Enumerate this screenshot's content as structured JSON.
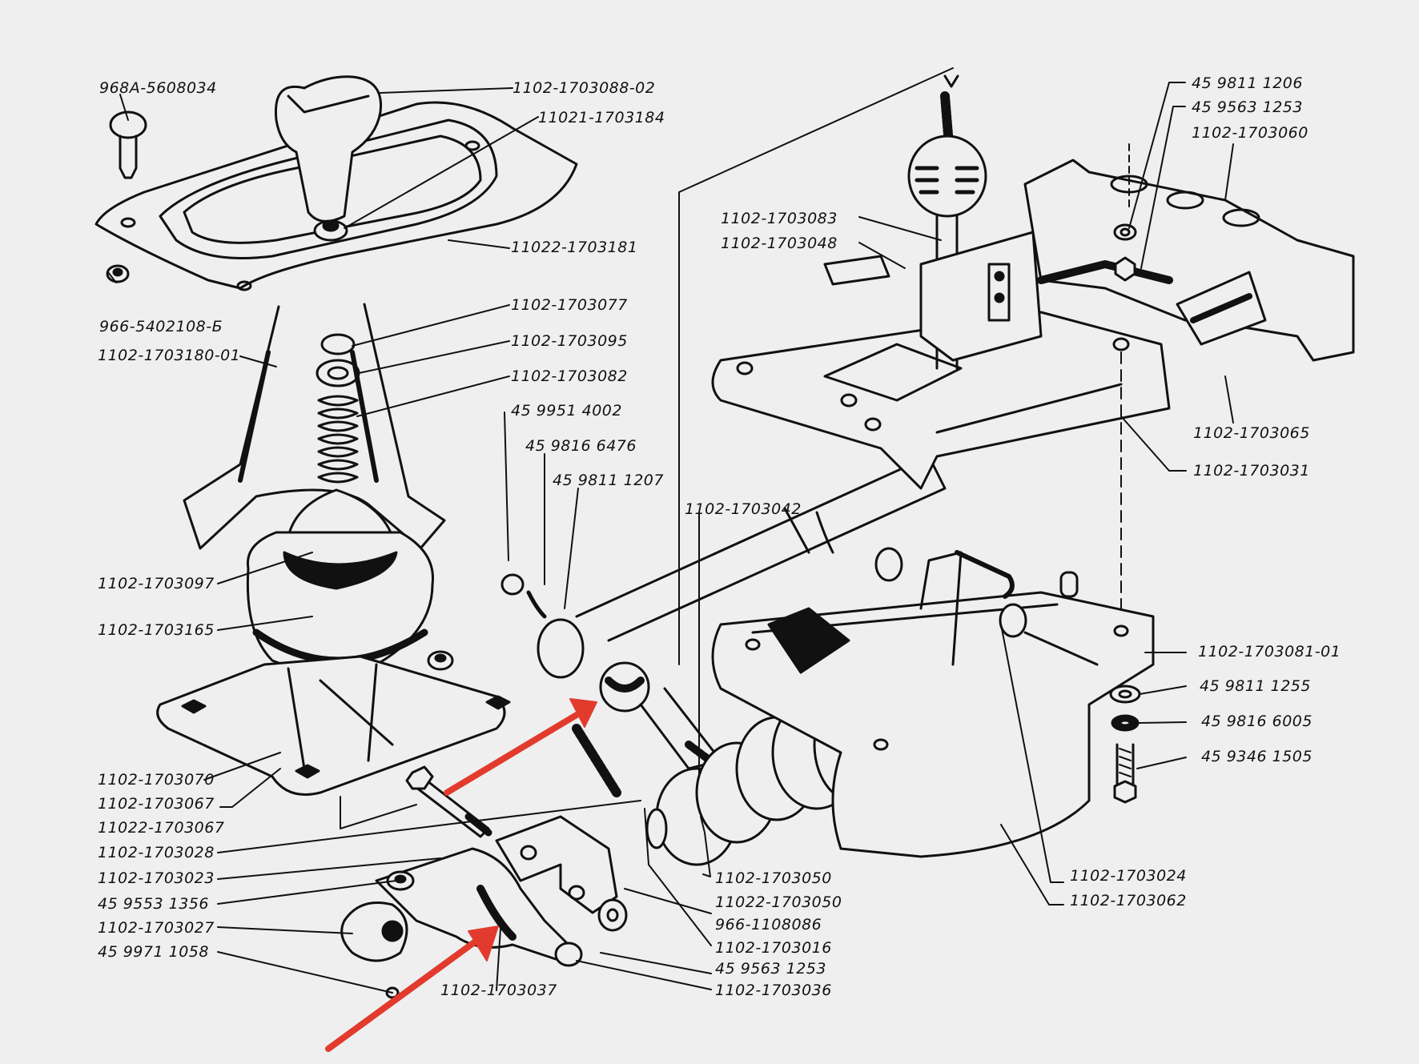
{
  "diagram": {
    "type": "exploded-parts-diagram",
    "subject": "Gear shift mechanism",
    "background_color": "#efefef",
    "line_color": "#111111",
    "highlight_color": "#e23b2e",
    "highlight_arrows": [
      {
        "name": "arrow-to-bushing-upper",
        "target_part": "1102-1703037 (upper assembly)"
      },
      {
        "name": "arrow-to-bushing-lower",
        "target_part": "1102-1703037"
      }
    ]
  },
  "labels": {
    "p968A_5608034": "968A-5608034",
    "p1102_1703088_02": "1102-1703088-02",
    "p11021_1703184": "11021-1703184",
    "p11022_1703181": "11022-1703181",
    "p966_5402108_B": "966-5402108-Б",
    "p1102_1703180_01": "1102-1703180-01",
    "p1102_1703077": "1102-1703077",
    "p1102_1703095": "1102-1703095",
    "p1102_1703082": "1102-1703082",
    "p45_9951_4002": "45 9951 4002",
    "p45_9816_6476": "45 9816 6476",
    "p45_9811_1207": "45 9811 1207",
    "p1102_1703097": "1102-1703097",
    "p1102_1703165": "1102-1703165",
    "p1102_1703070": "1102-1703070",
    "p1102_1703067": "1102-1703067",
    "p11022_1703067": "11022-1703067",
    "p1102_1703028": "1102-1703028",
    "p1102_1703023": "1102-1703023",
    "p45_9553_1356": "45 9553 1356",
    "p1102_1703027": "1102-1703027",
    "p45_9971_1058": "45 9971 1058",
    "p1102_1703037": "1102-1703037",
    "p1102_1703050": "1102-1703050",
    "p11022_1703050": "11022-1703050",
    "p966_1108086": "966-1108086",
    "p1102_1703016": "1102-1703016",
    "p45_9563_1253_b": "45 9563 1253",
    "p1102_1703036": "1102-1703036",
    "p1102_1703042": "1102-1703042",
    "p1102_1703083": "1102-1703083",
    "p1102_1703048": "1102-1703048",
    "p45_9811_1206": "45 9811 1206",
    "p45_9563_1253_a": "45 9563 1253",
    "p1102_1703060": "1102-1703060",
    "p1102_1703065": "1102-1703065",
    "p1102_1703031": "1102-1703031",
    "p1102_1703081_01": "1102-1703081-01",
    "p45_9811_1255": "45 9811 1255",
    "p45_9816_6005": "45 9816 6005",
    "p45_9346_1505": "45 9346 1505",
    "p1102_1703024": "1102-1703024",
    "p1102_1703062": "1102-1703062"
  }
}
